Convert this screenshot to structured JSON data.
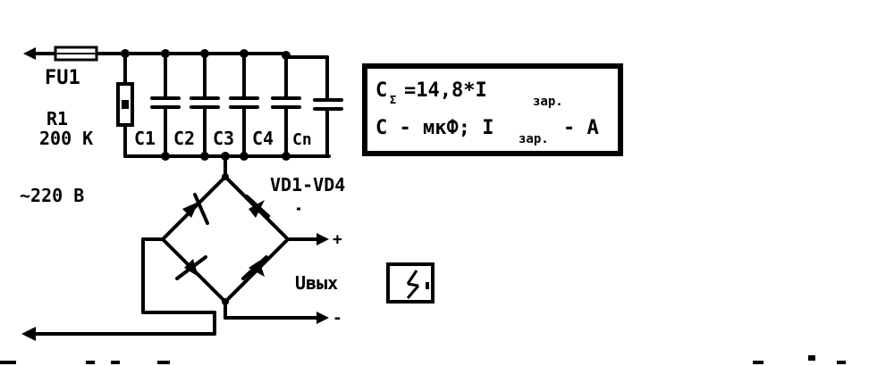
{
  "labels": {
    "fuse": "FU1",
    "resistor_name": "R1",
    "resistor_value": "200 K",
    "c1": "C1",
    "c2": "C2",
    "c3": "C3",
    "c4": "C4",
    "cn": "Cn",
    "mains": "~220 В",
    "bridge": "VD1-VD4",
    "output": "Uвых",
    "plus": "+",
    "minus": "-"
  },
  "formula": {
    "line1_prefix": "C",
    "line1_sub": "Σ",
    "line1_main": "=14,8*I",
    "line1_sub2": "зар.",
    "line2_main": "C - мкФ; I",
    "line2_sub": "зар.",
    "line2_suffix": "- A"
  },
  "colors": {
    "ink": "#000000",
    "paper": "#ffffff"
  },
  "icons": {
    "dc_source_symbol": "battery-icon"
  }
}
